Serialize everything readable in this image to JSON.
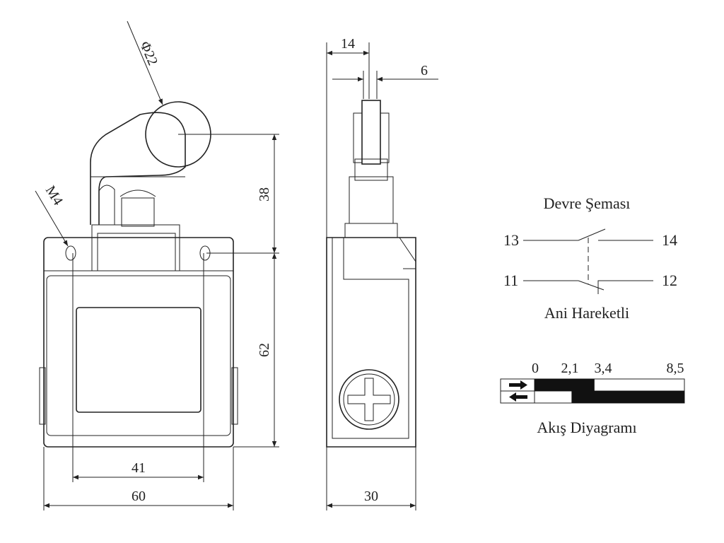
{
  "front_view": {
    "dim_roller_diameter": "Φ22",
    "dim_mount_hole": "M4",
    "dim_hole_spacing": "41",
    "dim_width": "60",
    "dim_lever_height": "38",
    "dim_body_height": "62"
  },
  "side_view": {
    "dim_offset": "14",
    "dim_roller_width": "6",
    "dim_depth": "30"
  },
  "circuit": {
    "title": "Devre Şeması",
    "terminal_13": "13",
    "terminal_14": "14",
    "terminal_11": "11",
    "terminal_12": "12",
    "type_label": "Ani Hareketli"
  },
  "flow_diagram": {
    "title": "Akış Diyagramı",
    "scale_labels": [
      "0",
      "2,1",
      "3,4",
      "8,5"
    ],
    "forward_closed_range": [
      0,
      3.4
    ],
    "return_closed_range": [
      2.1,
      8.5
    ],
    "colors": {
      "fill": "#111111"
    }
  }
}
